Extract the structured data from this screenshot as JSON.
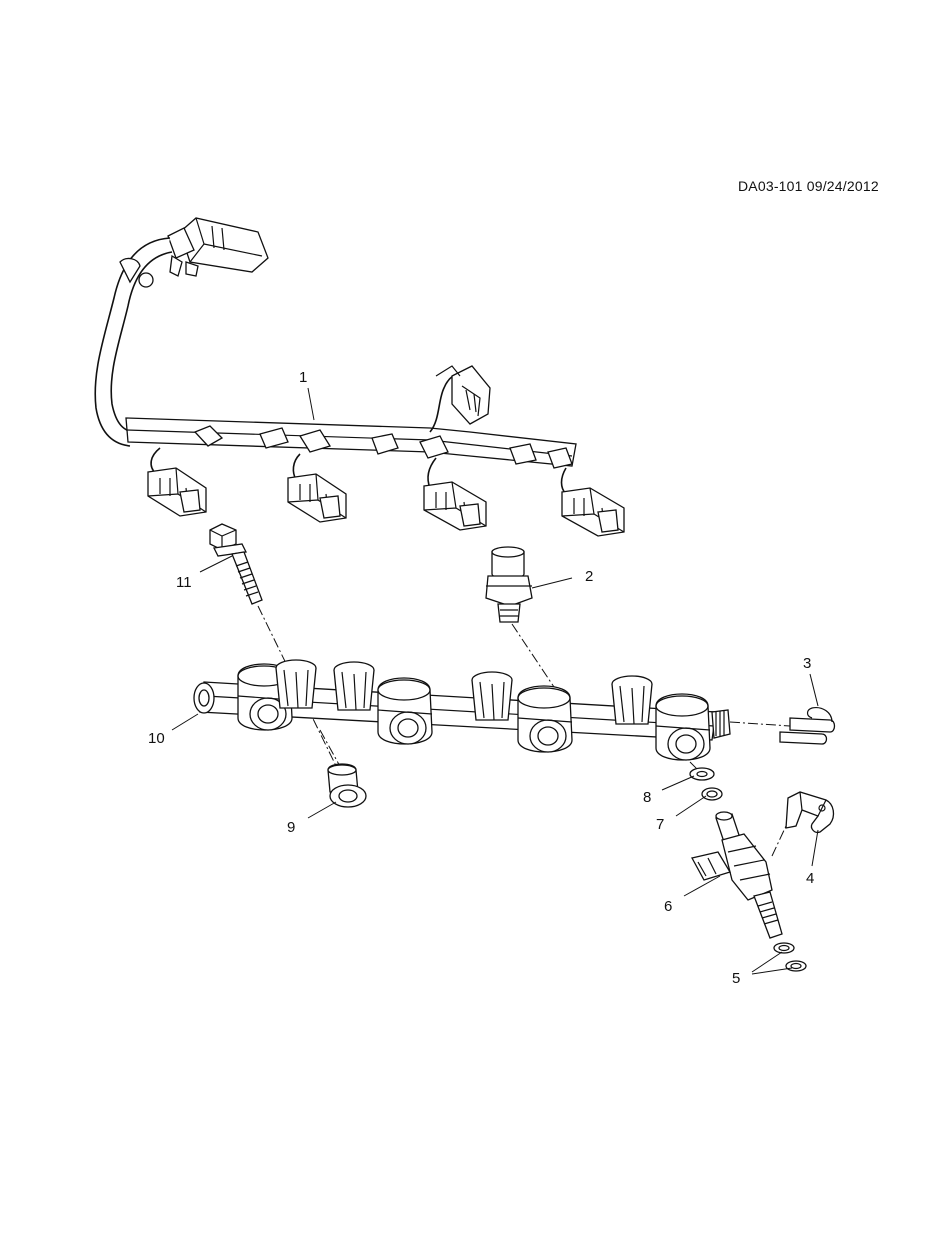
{
  "header": {
    "page_code": "DA03-101 09/24/2012"
  },
  "callouts": [
    {
      "id": "1",
      "label": "1"
    },
    {
      "id": "2",
      "label": "2"
    },
    {
      "id": "3",
      "label": "3"
    },
    {
      "id": "4",
      "label": "4"
    },
    {
      "id": "5",
      "label": "5"
    },
    {
      "id": "6",
      "label": "6"
    },
    {
      "id": "7",
      "label": "7"
    },
    {
      "id": "8",
      "label": "8"
    },
    {
      "id": "9",
      "label": "9"
    },
    {
      "id": "10",
      "label": "10"
    },
    {
      "id": "11",
      "label": "11"
    }
  ]
}
